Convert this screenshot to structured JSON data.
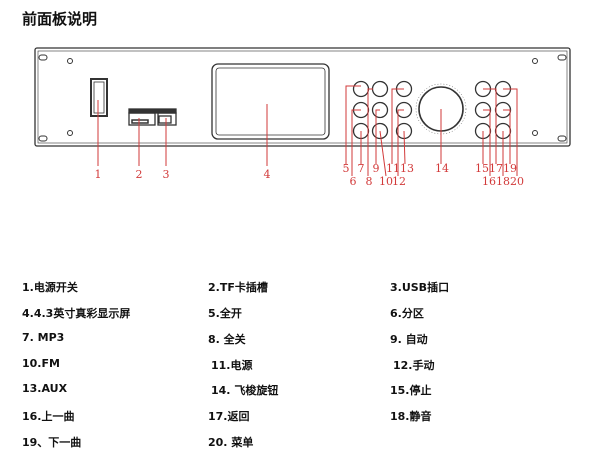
{
  "title": "前面板说明",
  "callouts": [
    "1",
    "2",
    "3",
    "4",
    "5",
    "6",
    "7",
    "8",
    "9",
    "10",
    "11",
    "12",
    "13",
    "14",
    "15",
    "16",
    "17",
    "18",
    "19",
    "20"
  ],
  "items": [
    [
      "1.电源开关",
      "2.TF卡插槽",
      "3.USB插口"
    ],
    [
      "4.4.3英寸真彩显示屏",
      "5.全开",
      "6.分区"
    ],
    [
      "7. MP3",
      "8. 全关",
      "9. 自动"
    ],
    [
      "10.FM",
      "11.电源",
      "12.手动"
    ],
    [
      "13.AUX",
      "14. 飞梭旋钮",
      "15.停止"
    ],
    [
      "16.上一曲",
      "17.返回",
      "18.静音"
    ],
    [
      "19、下一曲",
      "20. 菜单",
      ""
    ]
  ],
  "colors": {
    "callout": "#d23a3a",
    "panel": "#333333"
  }
}
